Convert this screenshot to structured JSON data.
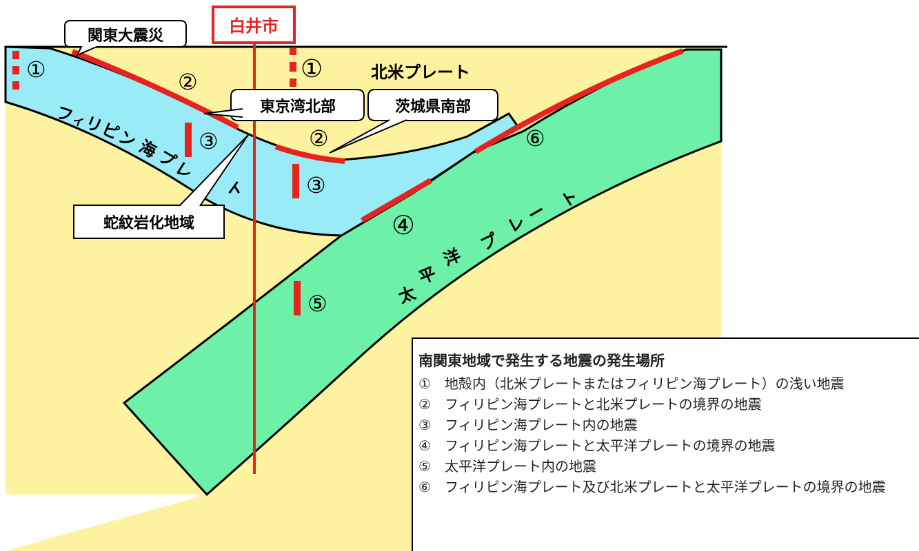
{
  "city_marker": {
    "label": "白井市",
    "color": "#e52420"
  },
  "colors": {
    "land": "#fdf2a0",
    "philippine_plate": "#99ecf7",
    "pacific_plate": "#6df0a8",
    "boundary_red": "#e52420"
  },
  "plates": {
    "north_american": "北米プレート",
    "philippine_sea_chars": [
      "フ",
      "ィ",
      "リ",
      "ピ",
      "ン",
      "海",
      "プ",
      "レ",
      "ー",
      "ト"
    ],
    "pacific_chars": [
      "太",
      "平",
      "洋",
      "プ",
      "レ",
      "ー",
      "ト"
    ]
  },
  "callouts": {
    "kanto": "関東大震災",
    "tokyo_bay": "東京湾北部",
    "ibaraki": "茨城県南部",
    "serpentinite": "蛇紋岩化地域"
  },
  "zone_numbers": [
    "①",
    "①",
    "②",
    "②",
    "③",
    "③",
    "④",
    "⑤",
    "⑥"
  ],
  "legend": {
    "title": "南関東地域で発生する地震の発生場所",
    "items": [
      {
        "num": "①",
        "text": "地殻内（北米プレートまたはフィリピン海プレート）の浅い地震"
      },
      {
        "num": "②",
        "text": "フィリピン海プレートと北米プレートの境界の地震"
      },
      {
        "num": "③",
        "text": "フィリピン海プレート内の地震"
      },
      {
        "num": "④",
        "text": "フィリピン海プレートと太平洋プレートの境界の地震"
      },
      {
        "num": "⑤",
        "text": "太平洋プレート内の地震"
      },
      {
        "num": "⑥",
        "text": "フィリピン海プレート及び北米プレートと太平洋プレートの境界の地震"
      }
    ]
  }
}
